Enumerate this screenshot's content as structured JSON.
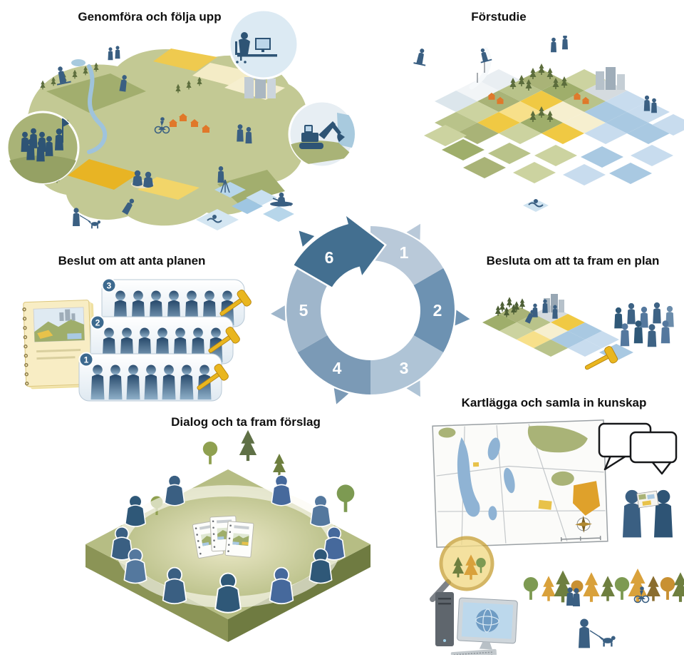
{
  "titles": {
    "implement": "Genomföra och följa upp",
    "feasibility": "Förstudie",
    "decide_adopt": "Beslut om att anta planen",
    "decide_plan": "Besluta om att ta fram en plan",
    "dialog": "Dialog och ta fram förslag",
    "mapping": "Kartlägga och samla in kunskap"
  },
  "cycle": {
    "segments": [
      {
        "label": "1",
        "color": "#b9c9d9"
      },
      {
        "label": "2",
        "color": "#6d92b2"
      },
      {
        "label": "3",
        "color": "#afc4d6"
      },
      {
        "label": "4",
        "color": "#7b9ab6"
      },
      {
        "label": "5",
        "color": "#9fb6cb"
      },
      {
        "label": "6",
        "color": "#436f90"
      }
    ]
  },
  "adoption_panels": {
    "badges": [
      "3",
      "2",
      "1"
    ]
  },
  "palette": {
    "figure_blue": "#3a5f82",
    "dark_blue": "#2e5475",
    "gold": "#e9b61f",
    "olive": "#a9b377",
    "field_yellow": "#f0c943",
    "water_blue": "#a9c9e2",
    "orange_house": "#e0782a"
  }
}
